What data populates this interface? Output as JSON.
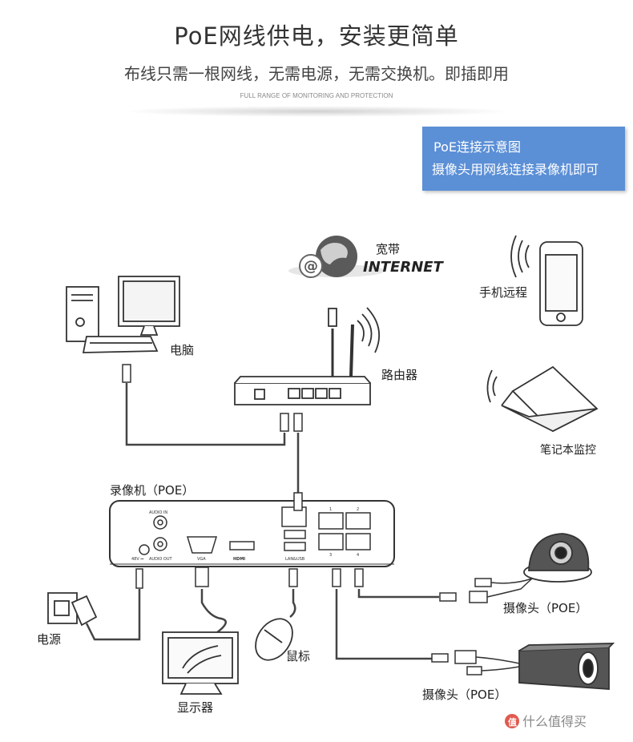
{
  "header": {
    "title": "PoE网线供电，安装更简单",
    "subtitle": "布线只需一根网线，无需电源，无需交换机。即插即用",
    "tagline": "FULL RANGE OF MONITORING AND PROTECTION"
  },
  "info_box": {
    "title": "PoE连接示意图",
    "body": "摄像头用网线连接录像机即可"
  },
  "labels": {
    "broadband": "宽带",
    "internet": "INTERNET",
    "computer": "电脑",
    "router": "路由器",
    "phone": "手机远程",
    "laptop": "笔记本监控",
    "nvr": "录像机（POE）",
    "power": "电源",
    "monitor": "显示器",
    "mouse": "鼠标",
    "camera_dome": "摄像头（POE）",
    "camera_bullet": "摄像头（POE）"
  },
  "nvr_panel": {
    "audio_in": "AUDIO IN",
    "audio_out": "AUDIO OUT",
    "dc_in": "48V ⎓",
    "vga": "VGA",
    "hdmi": "HDMI",
    "lan_usb": "LAN&USB",
    "port1": "1",
    "port2": "2",
    "port3": "3",
    "port4": "4"
  },
  "watermark": "值 什么值得买"
}
